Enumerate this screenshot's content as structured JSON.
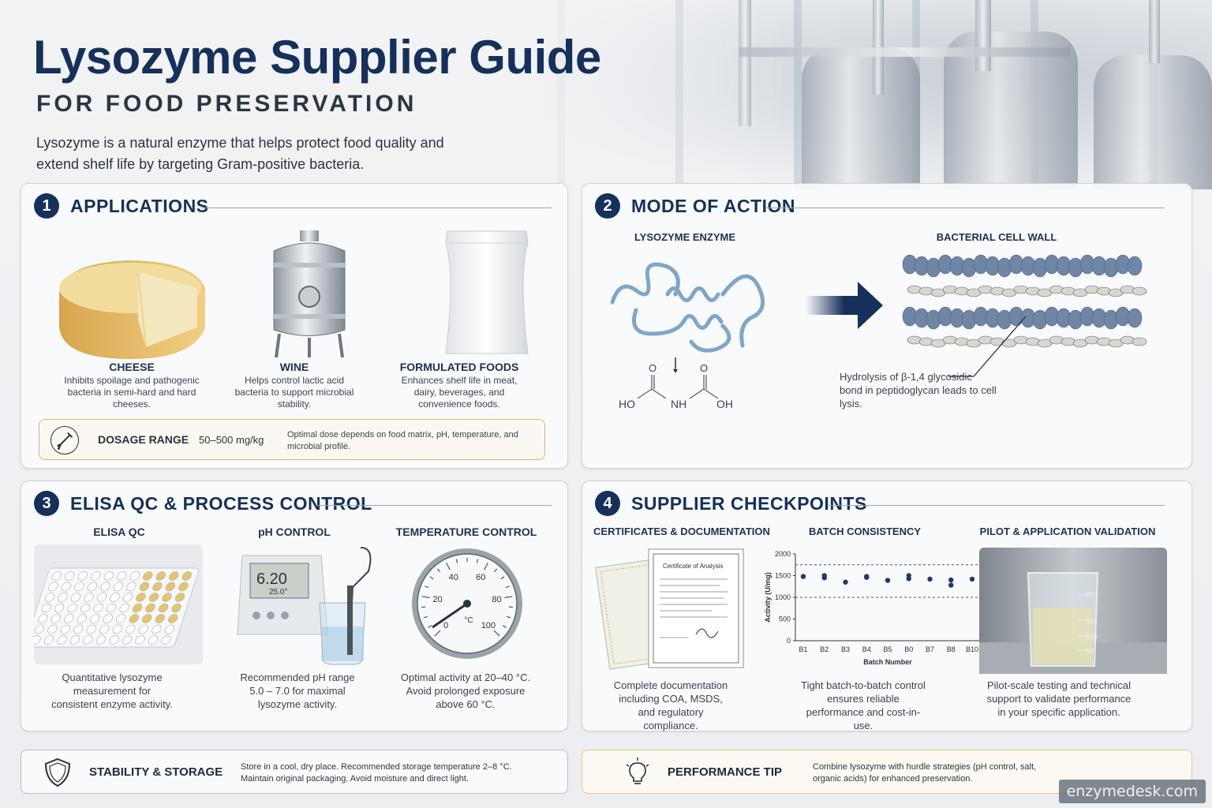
{
  "header": {
    "title": "Lysozyme Supplier Guide",
    "subtitle": "FOR FOOD PRESERVATION",
    "intro": "Lysozyme is a natural enzyme that helps protect food quality and extend shelf life by targeting Gram-positive bacteria."
  },
  "applications": {
    "number": "1",
    "title": "APPLICATIONS",
    "items": [
      {
        "title": "CHEESE",
        "desc": "Inhibits spoilage and pathogenic bacteria in semi-hard and hard cheeses."
      },
      {
        "title": "WINE",
        "desc": "Helps control lactic acid bacteria to support microbial stability."
      },
      {
        "title": "FORMULATED FOODS",
        "desc": "Enhances shelf life in meat, dairy, beverages, and convenience foods."
      }
    ],
    "dosage": {
      "label": "DOSAGE RANGE",
      "value": "50–500 mg/kg",
      "note": "Optimal dose depends on food matrix, pH, temperature, and microbial profile."
    }
  },
  "mode_of_action": {
    "number": "2",
    "title": "MODE OF ACTION",
    "enzyme_label": "LYSOZYME ENZYME",
    "cell_wall_label": "BACTERIAL CELL WALL",
    "molecule_labels": {
      "o1": "O",
      "o2": "O",
      "ho": "HO",
      "nh": "NH",
      "oh": "OH"
    },
    "caption": "Hydrolysis of β-1,4 glycosidic bond in peptidoglycan leads to cell lysis."
  },
  "elisa": {
    "number": "3",
    "title": "ELISA QC & PROCESS CONTROL",
    "items": [
      {
        "title": "ELISA QC",
        "desc": "Quantitative lysozyme measurement for consistent enzyme activity."
      },
      {
        "title": "pH CONTROL",
        "desc": "Recommended pH range 5.0 – 7.0 for maximal lysozyme activity."
      },
      {
        "title": "TEMPERATURE CONTROL",
        "desc": "Optimal activity at 20–40 °C. Avoid prolonged exposure above 60 °C."
      }
    ],
    "meter_reading": "6.20",
    "meter_temp": "25.0°",
    "gauge": {
      "ticks": [
        "0",
        "20",
        "40",
        "60",
        "80",
        "100"
      ],
      "unit": "°C"
    }
  },
  "supplier": {
    "number": "4",
    "title": "SUPPLIER CHECKPOINTS",
    "items": [
      {
        "title": "CERTIFICATES & DOCUMENTATION",
        "desc": "Complete documentation including COA, MSDS, and regulatory compliance."
      },
      {
        "title": "BATCH CONSISTENCY",
        "desc": "Tight batch-to-batch control ensures reliable performance and cost-in-use."
      },
      {
        "title": "PILOT & APPLICATION VALIDATION",
        "desc": "Pilot-scale testing and technical support to validate performance in your specific application."
      }
    ],
    "certificate_title": "Certificate of Analysis",
    "beaker_marks": [
      "200",
      "150",
      "100",
      "50"
    ]
  },
  "chart_data": {
    "type": "scatter",
    "categories": [
      "B1",
      "B2",
      "B3",
      "B4",
      "B5",
      "B0",
      "B7",
      "B8",
      "B10"
    ],
    "x": [
      "B1",
      "B2",
      "B2",
      "B3",
      "B4",
      "B4",
      "B5",
      "B0",
      "B0",
      "B7",
      "B8",
      "B8",
      "B10"
    ],
    "y": [
      1480,
      1500,
      1450,
      1350,
      1460,
      1480,
      1390,
      1430,
      1500,
      1420,
      1400,
      1280,
      1420
    ],
    "xlabel": "Batch Number",
    "ylabel": "Activity (U/mg)",
    "ylim": [
      0,
      2000
    ],
    "yticks": [
      0,
      500,
      1000,
      1500,
      2000
    ],
    "reference_lines": [
      1750,
      1000
    ],
    "grid": false
  },
  "footer": {
    "stability_label": "STABILITY & STORAGE",
    "stability_text": "Store in a cool, dry place. Recommended storage temperature 2–8 °C. Maintain original packaging. Avoid moisture and direct light.",
    "tip_label": "PERFORMANCE TIP",
    "tip_text": "Combine lysozyme with hurdle strategies (pH control, salt, organic acids) for enhanced preservation.",
    "watermark": "enzymedesk.com"
  },
  "colors": {
    "primary": "#15305a",
    "accent_gold": "#d9b66f",
    "protein": "#7fa6c8"
  }
}
